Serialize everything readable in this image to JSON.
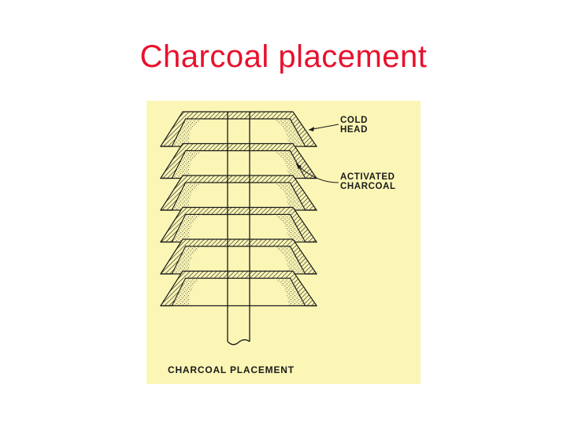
{
  "slide": {
    "title": "Charcoal placement"
  },
  "diagram": {
    "background": "#fbf6b6",
    "ink": "#1a1a1a",
    "labels": {
      "cold_head_line1": "COLD",
      "cold_head_line2": "HEAD",
      "activated_charcoal_line1": "ACTIVATED",
      "activated_charcoal_line2": "CHARCOAL",
      "caption": "CHARCOAL PLACEMENT"
    },
    "stage_count": 6
  }
}
